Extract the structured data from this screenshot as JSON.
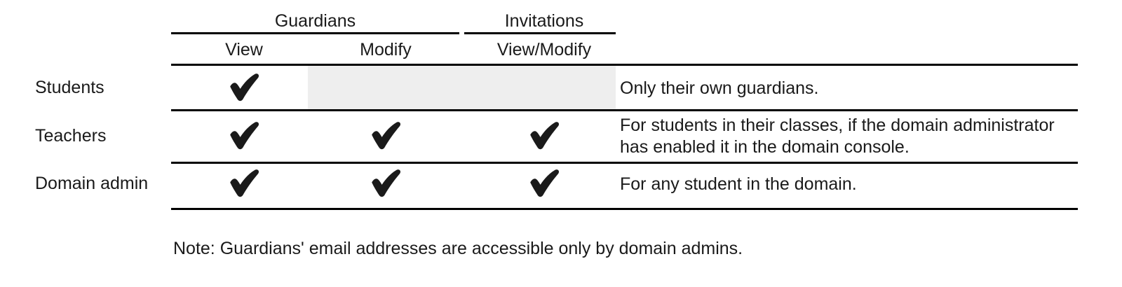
{
  "table": {
    "column_groups": [
      {
        "label": "Guardians",
        "span": 2
      },
      {
        "label": "Invitations",
        "span": 1
      }
    ],
    "columns": [
      {
        "label": "View"
      },
      {
        "label": "Modify"
      },
      {
        "label": "View/Modify"
      }
    ],
    "rows": [
      {
        "label": "Students",
        "guardians_view": "check",
        "guardians_modify": "shaded",
        "invitations_view_modify": "blank",
        "note": "Only their own guardians."
      },
      {
        "label": "Teachers",
        "guardians_view": "check",
        "guardians_modify": "check",
        "invitations_view_modify": "check",
        "note": "For students in their classes, if the domain administrator has enabled it in the domain console."
      },
      {
        "label": "Domain admin",
        "guardians_view": "check",
        "guardians_modify": "check",
        "invitations_view_modify": "check",
        "note": "For any student in the domain."
      }
    ]
  },
  "footnote": {
    "text": "Note: Guardians' email addresses are accessible only by domain admins."
  },
  "icons": {
    "check": "check-mark-icon"
  },
  "colors": {
    "text": "#1a1a1a",
    "rule": "#000000",
    "shaded_cell": "#eeeeee",
    "background": "#ffffff"
  }
}
